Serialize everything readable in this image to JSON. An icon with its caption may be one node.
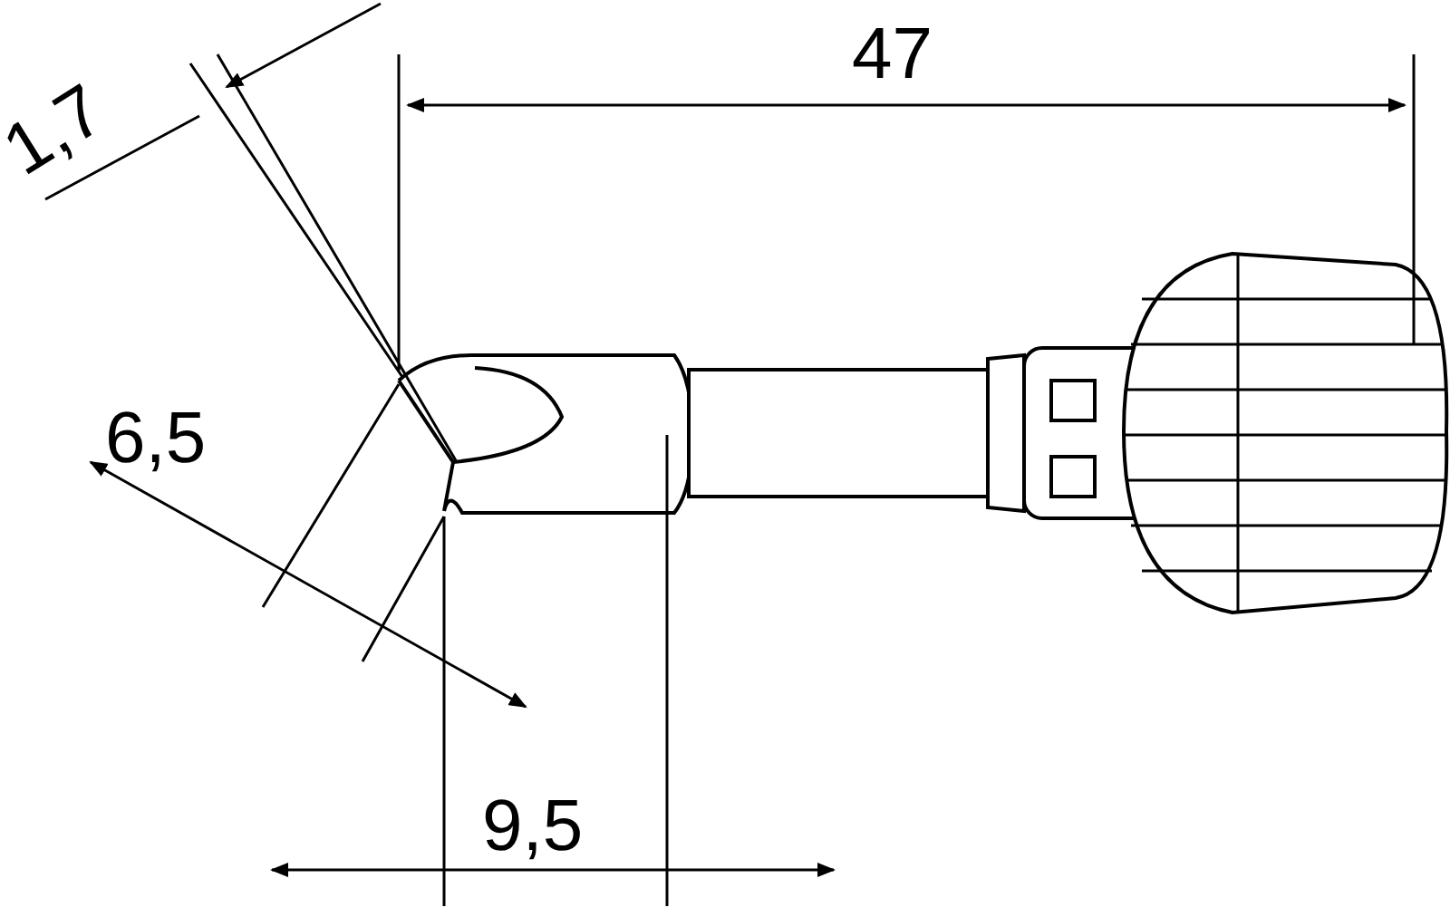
{
  "diagram": {
    "labels": [
      "1,7",
      "47",
      "6,5",
      "9,5"
    ]
  }
}
